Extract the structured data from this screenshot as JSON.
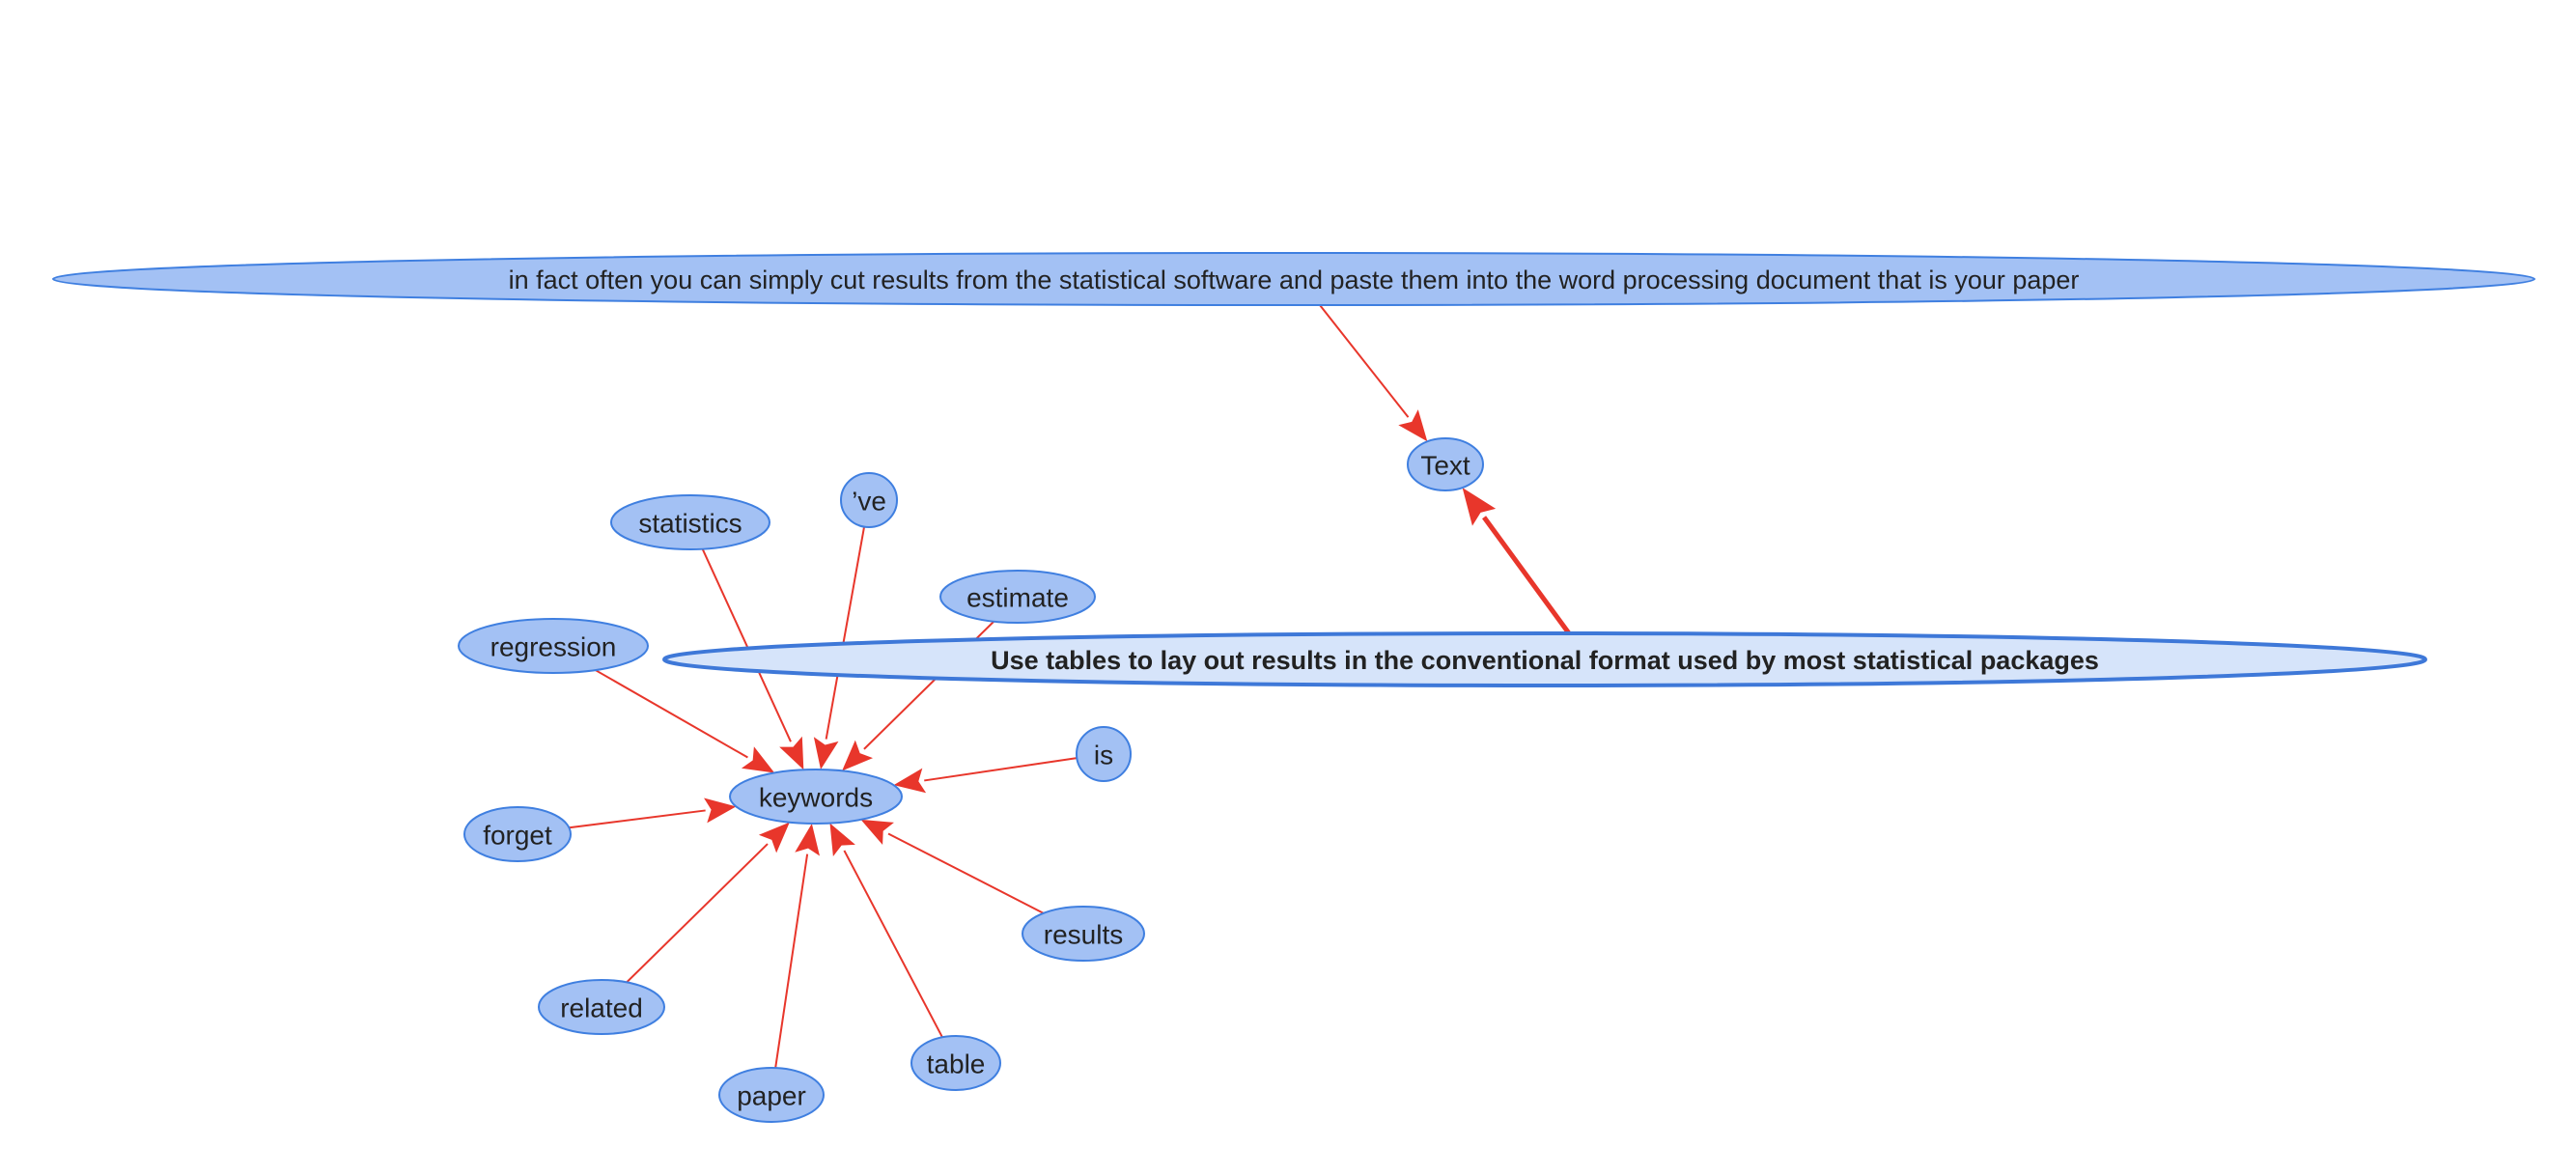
{
  "colors": {
    "node_fill": "#a3c1f4",
    "node_stroke": "#3f7fe0",
    "main_fill": "#d6e4fa",
    "main_stroke": "#3e78d8",
    "edge": "#e8362b",
    "text": "#222222"
  },
  "nodes": {
    "sentence": "in fact often you can simply cut results from the statistical software and paste them into the word processing document that is your paper",
    "text": "Text",
    "main": "Use tables to lay out results in the conventional format used by most statistical packages",
    "keywords": "keywords",
    "statistics": "statistics",
    "ve": "’ve",
    "estimate": "estimate",
    "regression": "regression",
    "is": "is",
    "forget": "forget",
    "results": "results",
    "related": "related",
    "paper": "paper",
    "table": "table"
  },
  "edges": [
    {
      "from": "sentence",
      "to": "text"
    },
    {
      "from": "main",
      "to": "text",
      "emphasis": true
    },
    {
      "from": "statistics",
      "to": "keywords"
    },
    {
      "from": "ve",
      "to": "keywords"
    },
    {
      "from": "estimate",
      "to": "keywords"
    },
    {
      "from": "regression",
      "to": "keywords"
    },
    {
      "from": "is",
      "to": "keywords"
    },
    {
      "from": "forget",
      "to": "keywords"
    },
    {
      "from": "results",
      "to": "keywords"
    },
    {
      "from": "related",
      "to": "keywords"
    },
    {
      "from": "paper",
      "to": "keywords"
    },
    {
      "from": "table",
      "to": "keywords"
    }
  ]
}
